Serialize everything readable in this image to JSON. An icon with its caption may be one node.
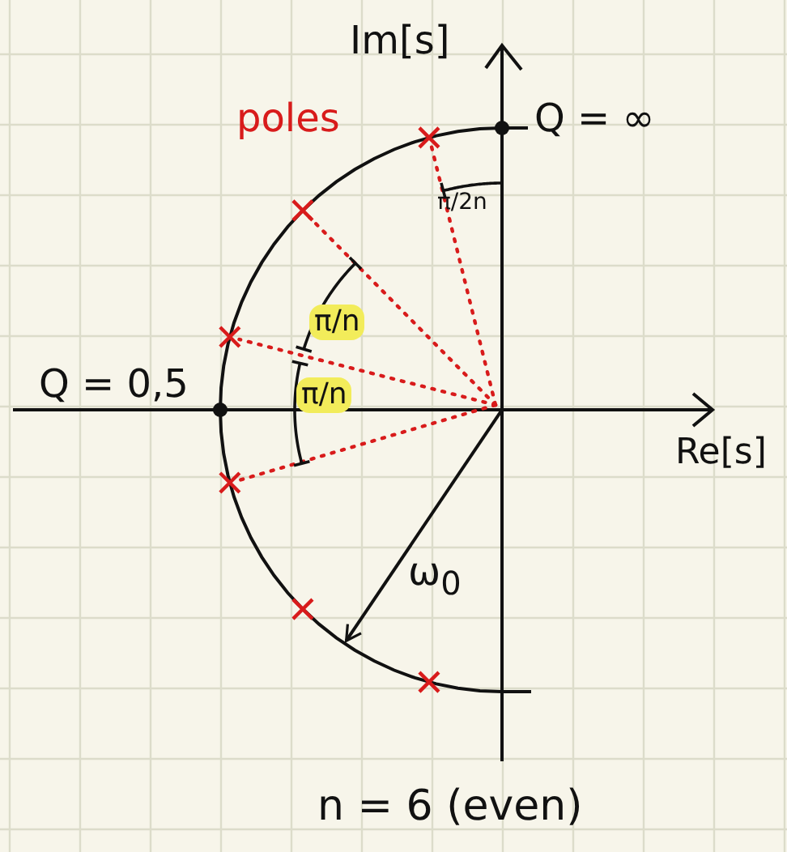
{
  "diagram": {
    "labels": [
      "Im[s]",
      "poles",
      "Q = ∞",
      "π/2n",
      "π/n",
      "Q = 0,5",
      "π/n",
      "Re[s]",
      "ω$_{0}$",
      "n = 6 (even)"
    ]
  }
}
